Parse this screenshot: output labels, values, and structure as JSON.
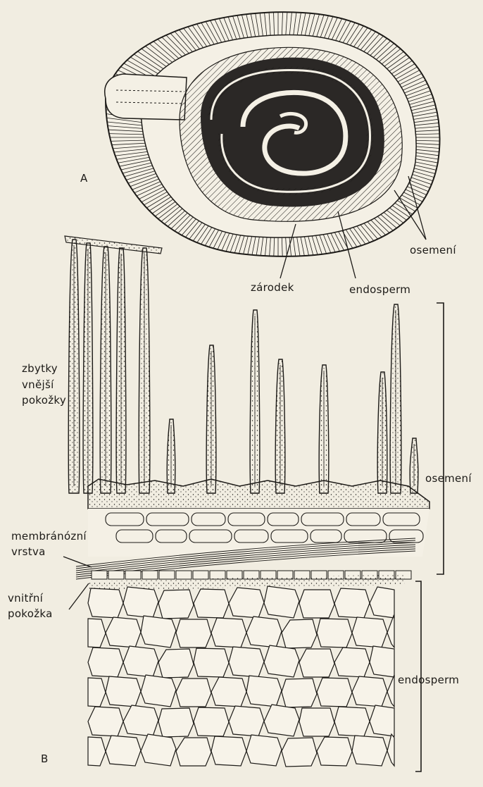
{
  "figure": {
    "panel_a_label": "A",
    "panel_b_label": "B"
  },
  "labels": {
    "osemeni_top": "osemení",
    "zarodek": "zárodek",
    "endosperm_top": "endosperm",
    "zbytky_line1": "zbytky",
    "zbytky_line2": "vnější",
    "zbytky_line3": "pokožky",
    "osemeni_b": "osemení",
    "membranozni_line1": "membránózní",
    "membranozni_line2": "vrstva",
    "vnitrni_line1": "vnitřní",
    "vnitrni_line2": "pokožka",
    "endosperm_b": "endosperm"
  },
  "colors": {
    "paper": "#f1ede1",
    "ink": "#1c1a17",
    "embryo": "#2b2826"
  }
}
